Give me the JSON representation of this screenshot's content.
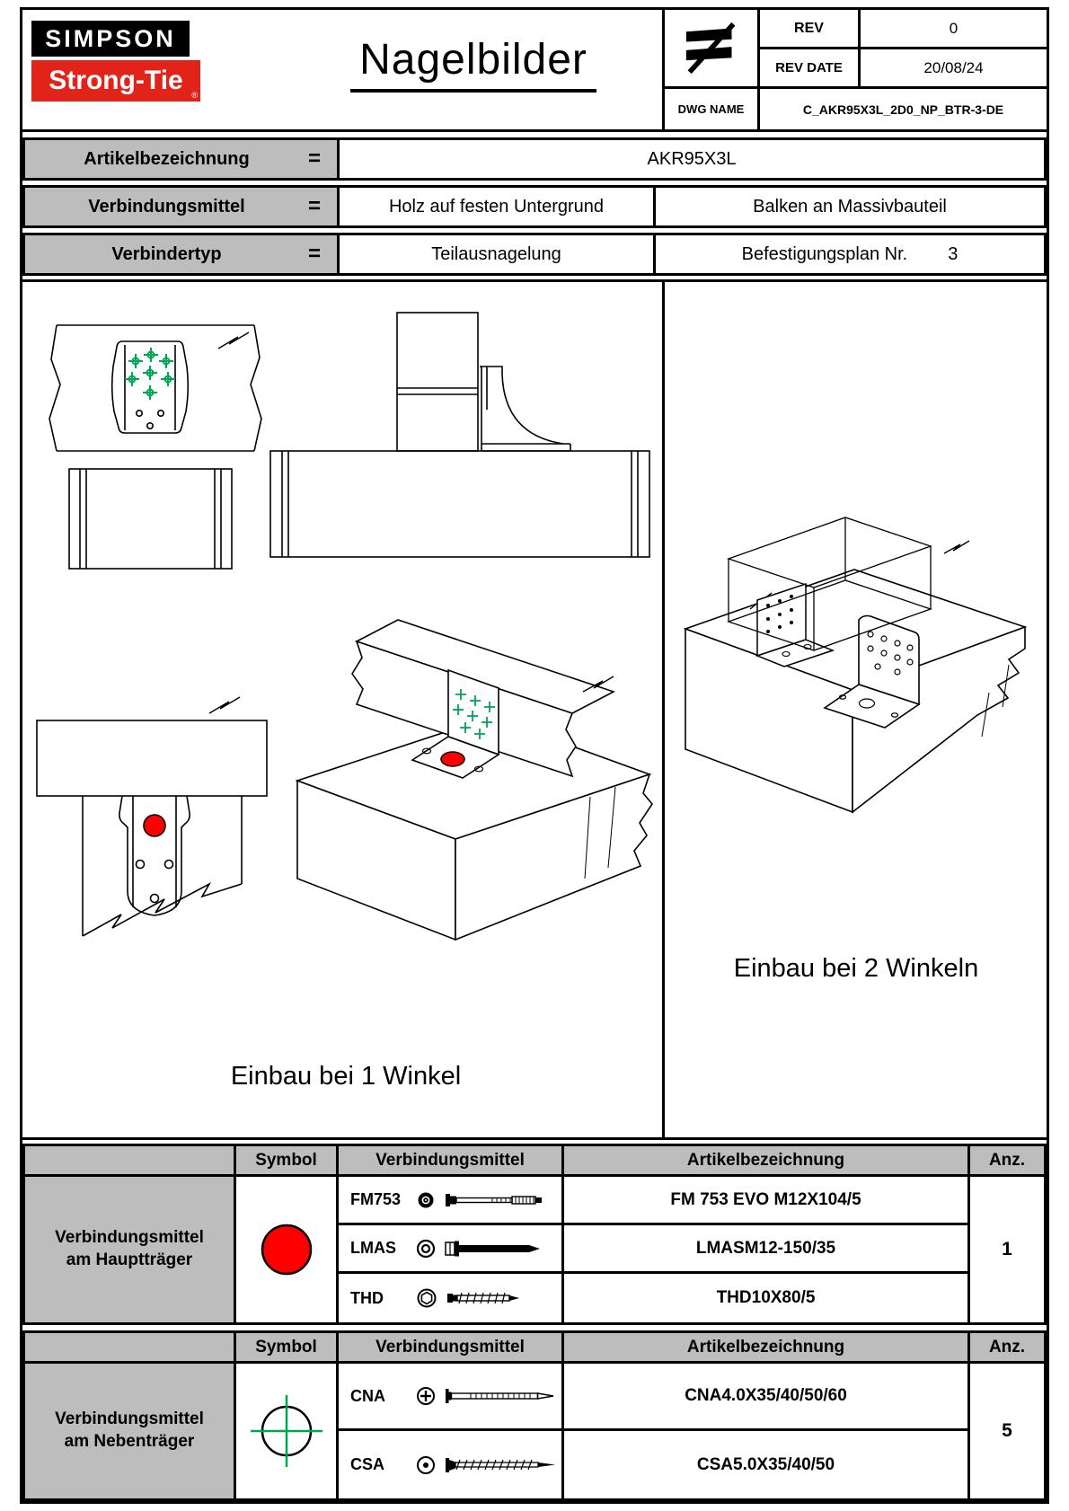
{
  "colors": {
    "logo_red": "#e2231a",
    "cell_gray": "#bdbdbd",
    "marker_green": "#00a651",
    "symbol_red": "#ff0000"
  },
  "header": {
    "logo_line1": "SIMPSON",
    "logo_line2": "Strong-Tie",
    "logo_reg": "®",
    "title": "Nagelbilder",
    "rev_label": "REV",
    "rev_value": "0",
    "rev_date_label": "REV DATE",
    "rev_date_value": "20/08/24",
    "dwg_label": "DWG NAME",
    "dwg_value": "C_AKR95X3L_2D0_NP_BTR-3-DE",
    "projection_icon": "not-equal-projection-icon"
  },
  "info": {
    "equals": "=",
    "row1_label": "Artikelbezeichnung",
    "row1_value": "AKR95X3L",
    "row2_label": "Verbindungsmittel",
    "row2_value_left": "Holz auf festen Untergrund",
    "row2_value_right": "Balken an Massivbauteil",
    "row3_label": "Verbindertyp",
    "row3_value_left": "Teilausnagelung",
    "row3_value_right_label": "Befestigungsplan Nr.",
    "row3_value_right_number": "3"
  },
  "drawings": {
    "caption_one_winkel": "Einbau bei 1 Winkel",
    "caption_two_winkel": "Einbau bei 2 Winkeln",
    "nail_marker_icon": "green-cross-nail-marker",
    "anchor_marker_icon": "red-anchor-marker"
  },
  "haupt_table": {
    "col_symbol": "Symbol",
    "col_vm": "Verbindungsmittel",
    "col_artikel": "Artikelbezeichnung",
    "col_anz": "Anz.",
    "row_header_line1": "Verbindungsmittel",
    "row_header_line2": "am Hauptträger",
    "symbol_icon": "red-circle-icon",
    "rows": [
      {
        "code": "FM753",
        "artikel": "FM 753 EVO M12X104/5"
      },
      {
        "code": "LMAS",
        "artikel": "LMASM12-150/35"
      },
      {
        "code": "THD",
        "artikel": "THD10X80/5"
      }
    ],
    "anz_value": "1"
  },
  "neben_table": {
    "col_symbol": "Symbol",
    "col_vm": "Verbindungsmittel",
    "col_artikel": "Artikelbezeichnung",
    "col_anz": "Anz.",
    "row_header_line1": "Verbindungsmittel",
    "row_header_line2": "am Nebenträger",
    "symbol_icon": "green-crosshair-icon",
    "rows": [
      {
        "code": "CNA",
        "artikel": "CNA4.0X35/40/50/60"
      },
      {
        "code": "CSA",
        "artikel": "CSA5.0X35/40/50"
      }
    ],
    "anz_value": "5"
  }
}
